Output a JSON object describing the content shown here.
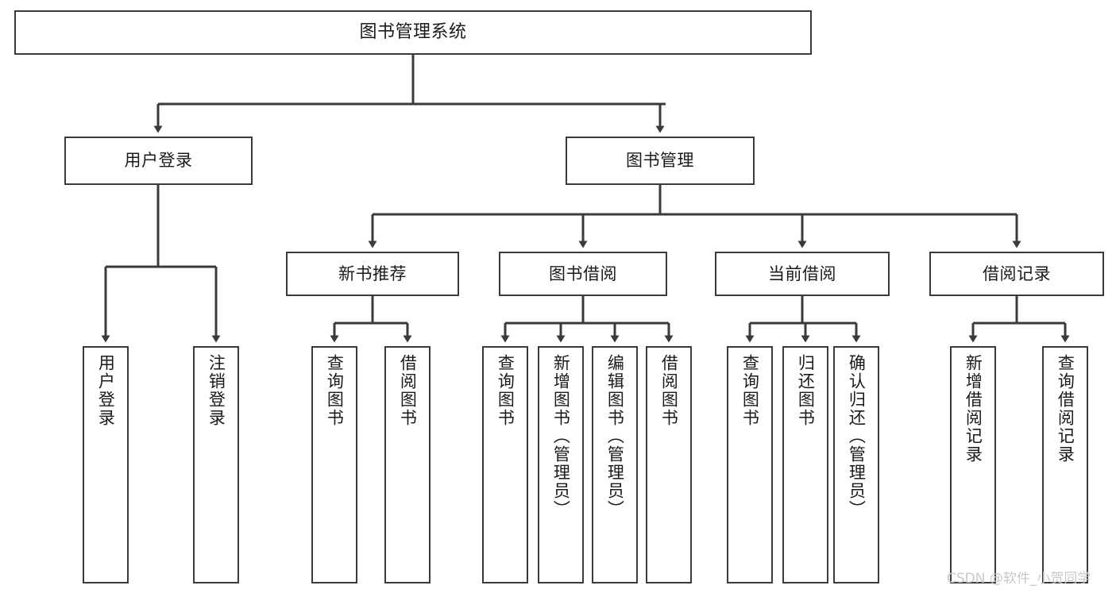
{
  "diagram": {
    "type": "tree-hierarchy",
    "title": "图书管理系统",
    "background_color": "#ffffff",
    "node_border_color": "#3a3a3a",
    "edge_color": "#3a3a3a",
    "root": {
      "id": "root",
      "label": "图书管理系统"
    },
    "level2": [
      {
        "id": "user-login",
        "label": "用户登录"
      },
      {
        "id": "book-management",
        "label": "图书管理"
      }
    ],
    "level3": [
      {
        "id": "new-book-recommend",
        "label": "新书推荐",
        "parent": "book-management"
      },
      {
        "id": "book-borrow",
        "label": "图书借阅",
        "parent": "book-management"
      },
      {
        "id": "current-borrow",
        "label": "当前借阅",
        "parent": "book-management"
      },
      {
        "id": "borrow-record",
        "label": "借阅记录",
        "parent": "book-management"
      }
    ],
    "leaves": [
      {
        "id": "leaf-user-login",
        "label": "用户登录",
        "parent": "user-login"
      },
      {
        "id": "leaf-logout-login",
        "label": "注销登录",
        "parent": "user-login"
      },
      {
        "id": "leaf-query-book-1",
        "label": "查询图书",
        "parent": "new-book-recommend"
      },
      {
        "id": "leaf-borrow-book-1",
        "label": "借阅图书",
        "parent": "new-book-recommend"
      },
      {
        "id": "leaf-query-book-2",
        "label": "查询图书",
        "parent": "book-borrow"
      },
      {
        "id": "leaf-add-book",
        "label": "新增图书（管理员）",
        "parent": "book-borrow"
      },
      {
        "id": "leaf-edit-book",
        "label": "编辑图书（管理员）",
        "parent": "book-borrow"
      },
      {
        "id": "leaf-borrow-book-2",
        "label": "借阅图书",
        "parent": "book-borrow"
      },
      {
        "id": "leaf-query-book-3",
        "label": "查询图书",
        "parent": "current-borrow"
      },
      {
        "id": "leaf-return-book",
        "label": "归还图书",
        "parent": "current-borrow"
      },
      {
        "id": "leaf-confirm-return",
        "label": "确认归还（管理员）",
        "parent": "current-borrow"
      },
      {
        "id": "leaf-add-record",
        "label": "新增借阅记录",
        "parent": "borrow-record"
      },
      {
        "id": "leaf-query-record",
        "label": "查询借阅记录",
        "parent": "borrow-record"
      }
    ]
  },
  "watermark": {
    "text": "CSDN @软件_小贺同学"
  }
}
